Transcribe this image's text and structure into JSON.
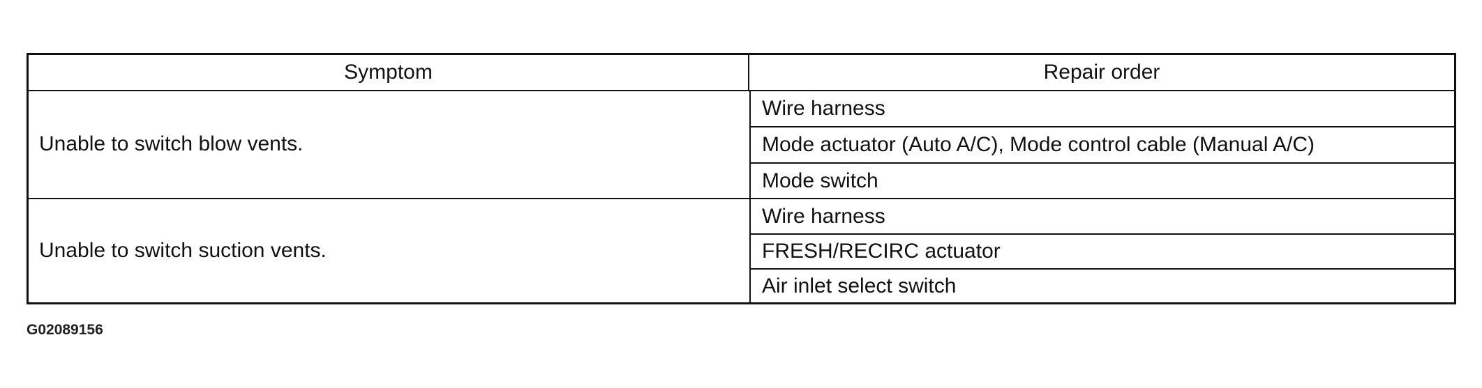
{
  "table": {
    "headers": {
      "symptom": "Symptom",
      "repair_order": "Repair order"
    },
    "rows": [
      {
        "symptom": "Unable to switch blow vents.",
        "repairs": [
          "Wire harness",
          "Mode actuator (Auto A/C), Mode control cable (Manual A/C)",
          "Mode switch"
        ]
      },
      {
        "symptom": "Unable to switch suction vents.",
        "repairs": [
          "Wire harness",
          "FRESH/RECIRC actuator",
          "Air inlet select switch"
        ]
      }
    ]
  },
  "figure_id": "G02089156"
}
